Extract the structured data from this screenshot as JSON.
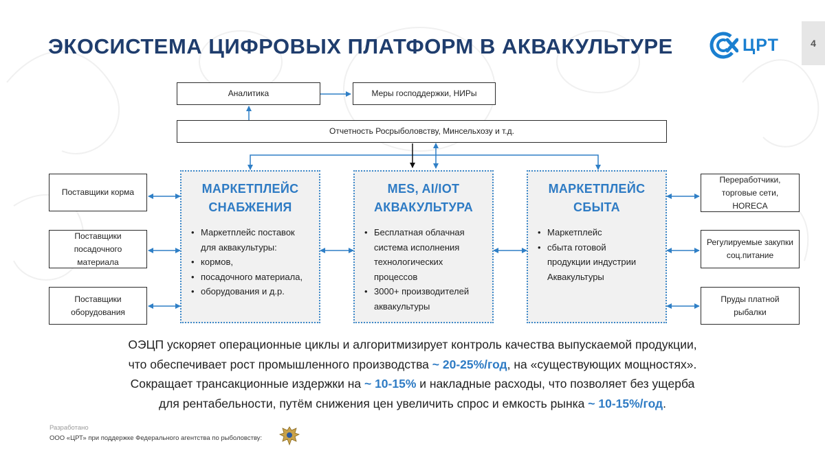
{
  "title": "ЭКОСИСТЕМА ЦИФРОВЫХ ПЛАТФОРМ В АКВАКУЛЬТУРЕ",
  "logo": {
    "text": "ЦРТ",
    "icon": "crt-logo-icon"
  },
  "page_number": "4",
  "top_boxes": {
    "analytics": "Аналитика",
    "support": "Меры господдержки, НИРы",
    "reporting": "Отчетность Росрыболовству, Минсельхозу и т.д."
  },
  "left_boxes": {
    "feed": "Поставщики корма",
    "seed": "Поставщики посадочного материала",
    "equipment": "Поставщики оборудования"
  },
  "right_boxes": {
    "processors": "Переработчики, торговые сети, HORECA",
    "procurement": "Регулируемые закупки соц.питание",
    "ponds": "Пруды платной рыбалки"
  },
  "panels": {
    "supply": {
      "title_line1": "МАРКЕТПЛЕЙС",
      "title_line2": "СНАБЖЕНИЯ",
      "items": [
        "Маркетплейс поставок",
        "для аквакультуры:",
        "кормов,",
        "посадочного материала,",
        "оборудования и д.р."
      ]
    },
    "mes": {
      "title_line1": "MES, AI/IOT",
      "title_line2": "АКВАКУЛЬТУРА",
      "items": [
        "Бесплатная облачная",
        "система исполнения",
        "технологических",
        "процессов",
        "3000+ производителей",
        "аквакультуры"
      ]
    },
    "sales": {
      "title_line1": "МАРКЕТПЛЕЙС",
      "title_line2": "СБЫТА",
      "items": [
        "Маркетплейс",
        "сбыта готовой",
        "продукции индустрии",
        "Аквакультуры"
      ]
    }
  },
  "summary": {
    "l1": "ОЭЦП ускоряет операционные циклы и алгоритмизирует контроль качества выпускаемой продукции,",
    "l2a": "что обеспечивает рост промышленного производства ",
    "l2b": "~ 20-25%/год",
    "l2c": ", на «существующих мощностях».",
    "l3a": "Сокращает трансакционные издержки на ",
    "l3b": "~ 10-15%",
    "l3c": " и накладные расходы, что позволяет без ущерба",
    "l4a": "для рентабельности, путём снижения цен увеличить спрос и емкость рынка ",
    "l4b": "~ 10-15%/год",
    "l4c": "."
  },
  "footer": {
    "developed": "Разработано",
    "org": "ООО «ЦРТ» при поддержке Федерального агентства по рыболовству:"
  },
  "colors": {
    "accent": "#2e7bc4",
    "title": "#1f3d6d",
    "panel_bg": "#f1f1f1",
    "arrow_blue": "#2f7fc6"
  }
}
